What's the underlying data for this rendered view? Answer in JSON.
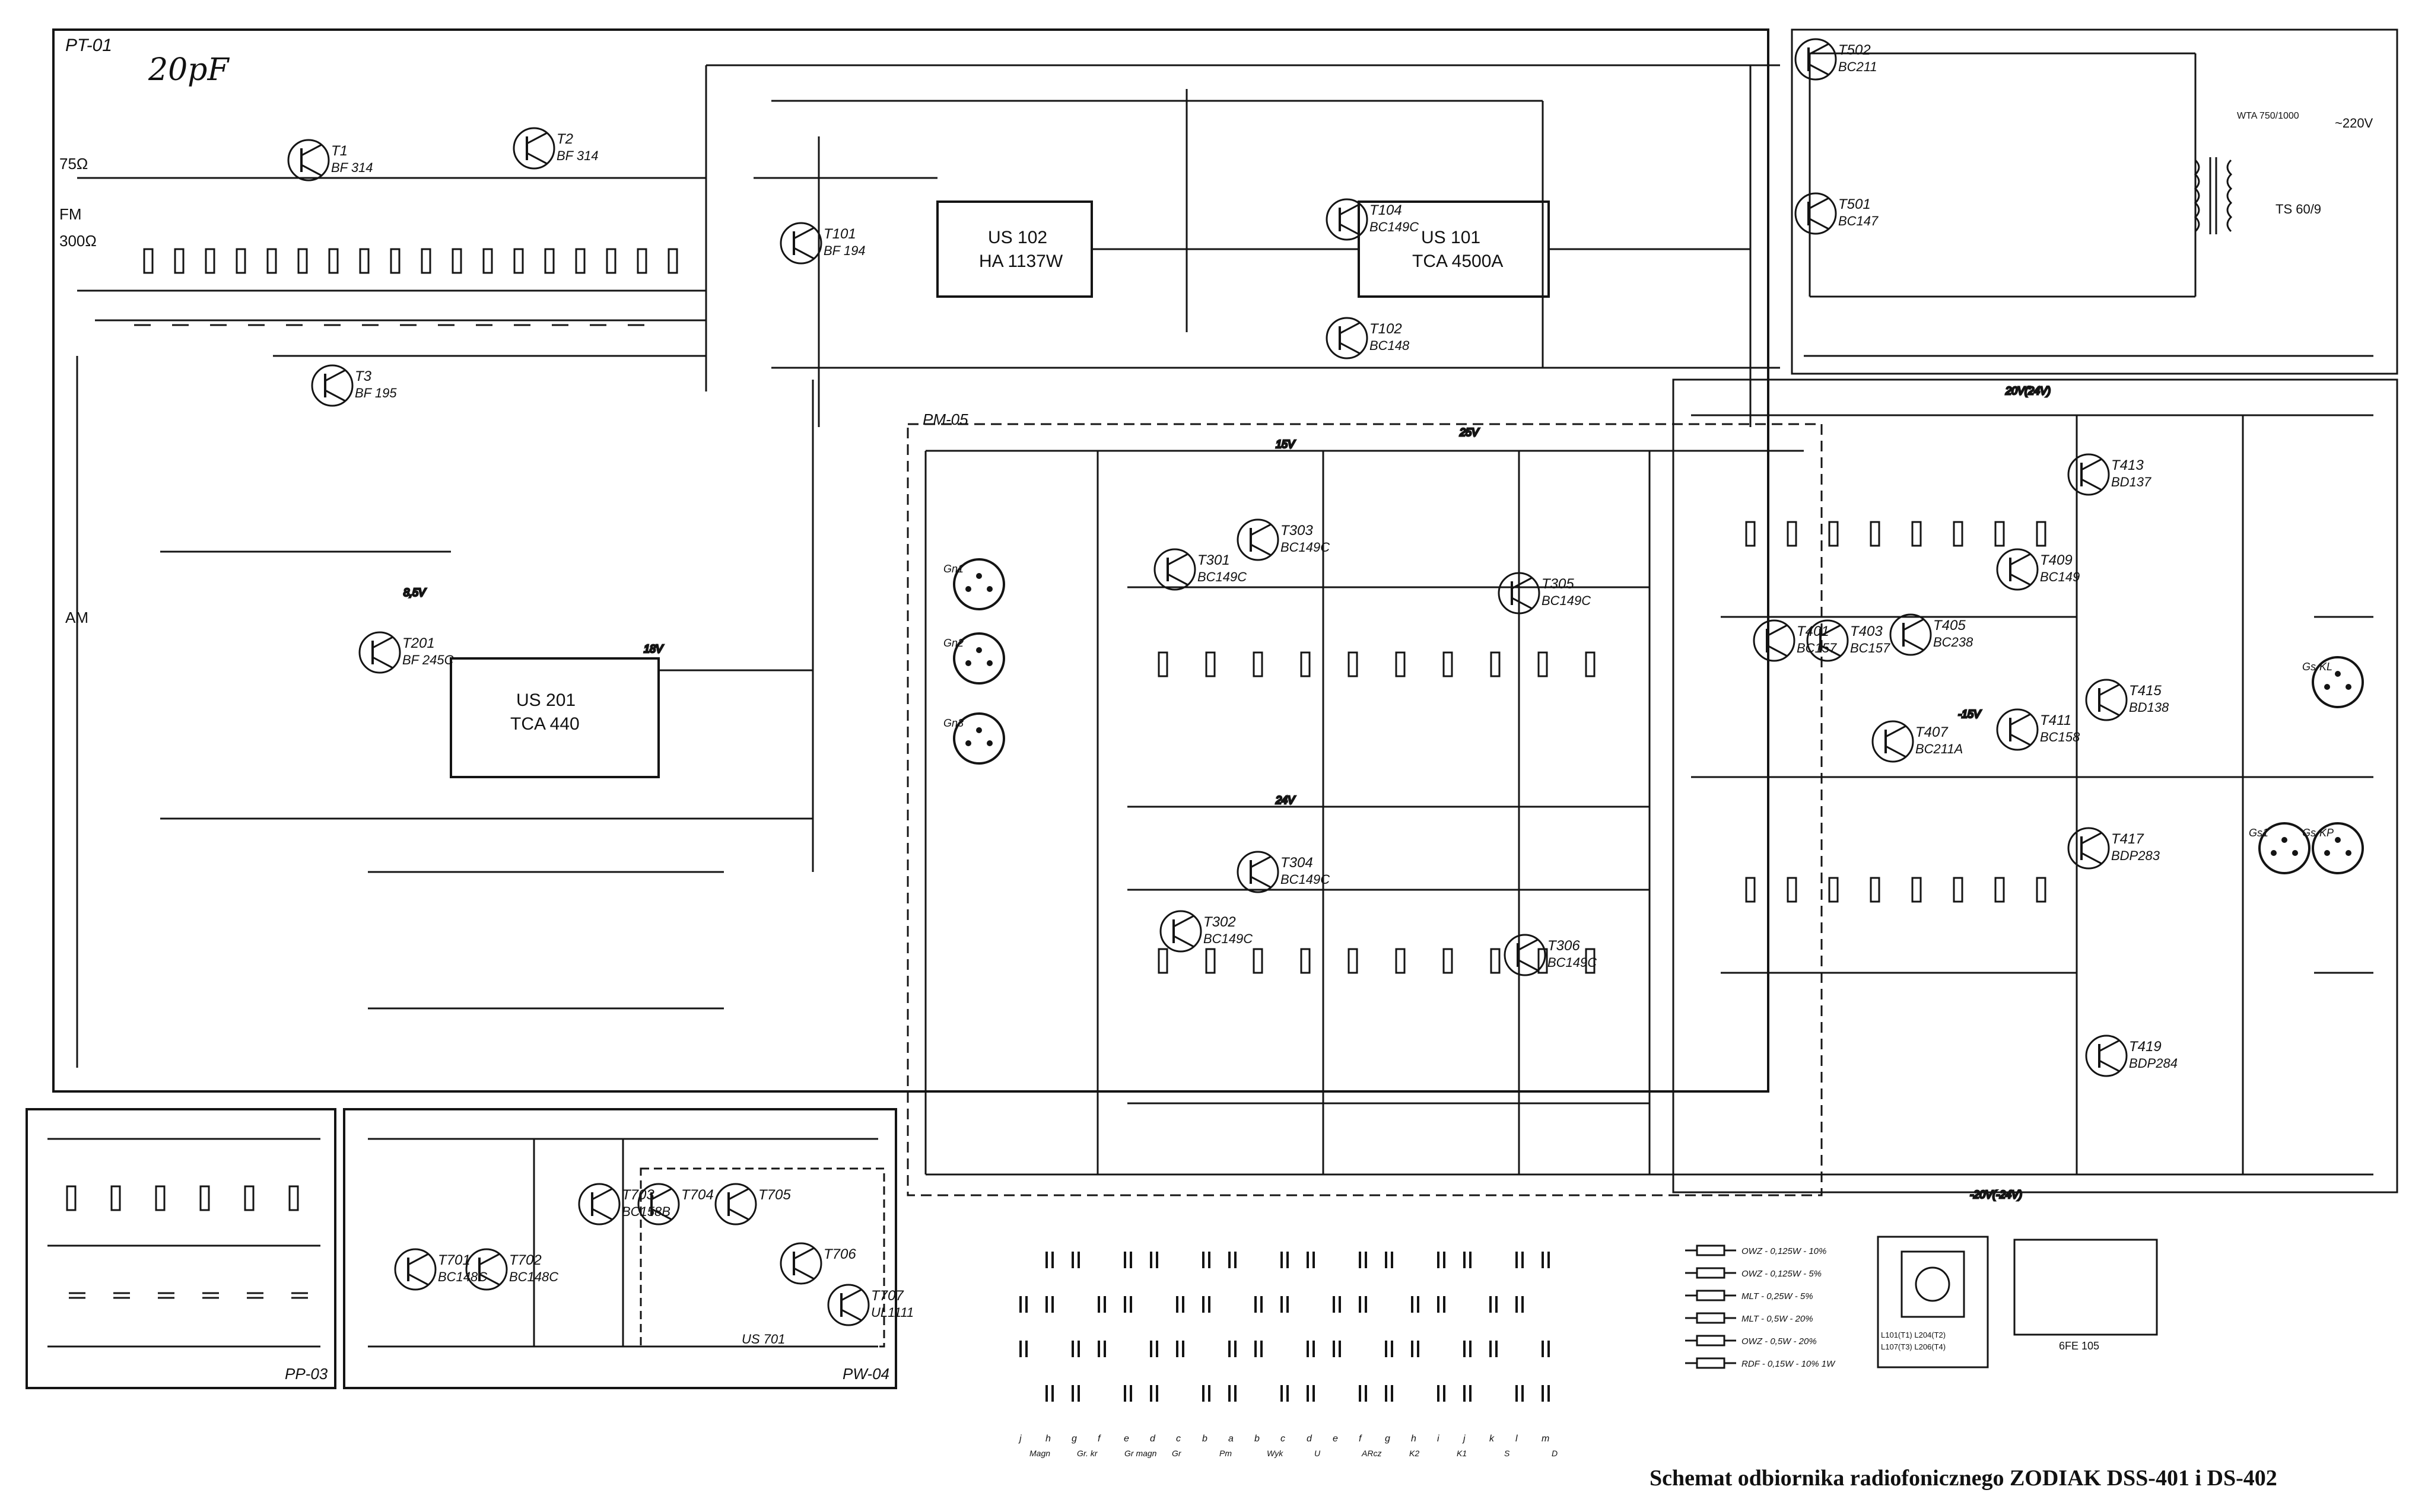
{
  "caption": "Schemat odbiornika radiofonicznego ZODIAK DSS-401 i DS-402",
  "handwritten_note": "20pF",
  "colors": {
    "ink": "#141414",
    "paper": "#ffffff"
  },
  "blocks": {
    "pt01": {
      "label": "PT-01"
    },
    "pm05": {
      "label": "PM-05"
    },
    "pp03": {
      "label": "PP-03"
    },
    "pw04": {
      "label": "PW-04"
    }
  },
  "input_labels": [
    "75Ω",
    "FM",
    "300Ω",
    "AM"
  ],
  "ic_labels": [
    {
      "ref": "US 102",
      "type": "HA 1137W"
    },
    {
      "ref": "US 101",
      "type": "TCA 4500A"
    },
    {
      "ref": "US 201",
      "type": "TCA 440"
    },
    {
      "ref": "US 701",
      "type": ""
    }
  ],
  "transistor_labels": [
    {
      "ref": "T1",
      "type": "BF 314"
    },
    {
      "ref": "T2",
      "type": "BF 314"
    },
    {
      "ref": "T3",
      "type": "BF 195"
    },
    {
      "ref": "T101",
      "type": "BF 194"
    },
    {
      "ref": "T102",
      "type": "BC148"
    },
    {
      "ref": "T104",
      "type": "BC149C"
    },
    {
      "ref": "T201",
      "type": "BF 245C"
    },
    {
      "ref": "T301",
      "type": "BC149C"
    },
    {
      "ref": "T302",
      "type": "BC149C"
    },
    {
      "ref": "T303",
      "type": "BC149C"
    },
    {
      "ref": "T304",
      "type": "BC149C"
    },
    {
      "ref": "T305",
      "type": "BC149C"
    },
    {
      "ref": "T306",
      "type": "BC149C"
    },
    {
      "ref": "T401",
      "type": "BC157"
    },
    {
      "ref": "T403",
      "type": "BC157"
    },
    {
      "ref": "T405",
      "type": "BC238"
    },
    {
      "ref": "T407",
      "type": "BC211A"
    },
    {
      "ref": "T409",
      "type": "BC149"
    },
    {
      "ref": "T411",
      "type": "BC158"
    },
    {
      "ref": "T413",
      "type": "BD137"
    },
    {
      "ref": "T415",
      "type": "BD138"
    },
    {
      "ref": "T417",
      "type": "BDP283"
    },
    {
      "ref": "T419",
      "type": "BDP284"
    },
    {
      "ref": "T501",
      "type": "BC147"
    },
    {
      "ref": "T502",
      "type": "BC211"
    },
    {
      "ref": "T701",
      "type": "BC148C"
    },
    {
      "ref": "T702",
      "type": "BC148C"
    },
    {
      "ref": "T703",
      "type": "BC158B"
    },
    {
      "ref": "T704",
      "type": ""
    },
    {
      "ref": "T705",
      "type": ""
    },
    {
      "ref": "T706",
      "type": ""
    },
    {
      "ref": "T707",
      "type": "UL1111"
    }
  ],
  "mains_labels": [
    "~220V",
    "TS 60/9",
    "WTA 750/1000"
  ],
  "connector_labels": [
    "Gn1",
    "Gn2",
    "Gn3",
    "Gs1",
    "Gs-KL",
    "Gs-KP"
  ],
  "legend_resistors": [
    "OWZ - 0,125W - 10%",
    "OWZ - 0,125W - 5%",
    "MLT - 0,25W - 5%",
    "MLT - 0,5W - 20%",
    "OWZ - 0,5W - 20%",
    "RDF - 0,15W - 10% 1W"
  ],
  "coil_caption": [
    "L101(T1)  L204(T2)",
    "L107(T3)  L206(T4)"
  ],
  "part_ref": "6FE 105",
  "switch_caption": [
    "j",
    "h",
    "g",
    "f",
    "e",
    "d",
    "c",
    "b",
    "a",
    "b",
    "c",
    "d",
    "e",
    "f",
    "g",
    "h",
    "i",
    "j",
    "k",
    "l",
    "m"
  ],
  "switch_function_labels": [
    "Magn",
    "Gr. kr",
    "Gr magn",
    "Gr",
    "Pm",
    "Wyk",
    "U",
    "ARcz",
    "K2",
    "K1",
    "S",
    "D"
  ],
  "supply_labels": [
    "15V",
    "25V",
    "18V",
    "24V",
    "-20V(-24V)",
    "20V(24V)",
    "-15V",
    "8,5V"
  ]
}
